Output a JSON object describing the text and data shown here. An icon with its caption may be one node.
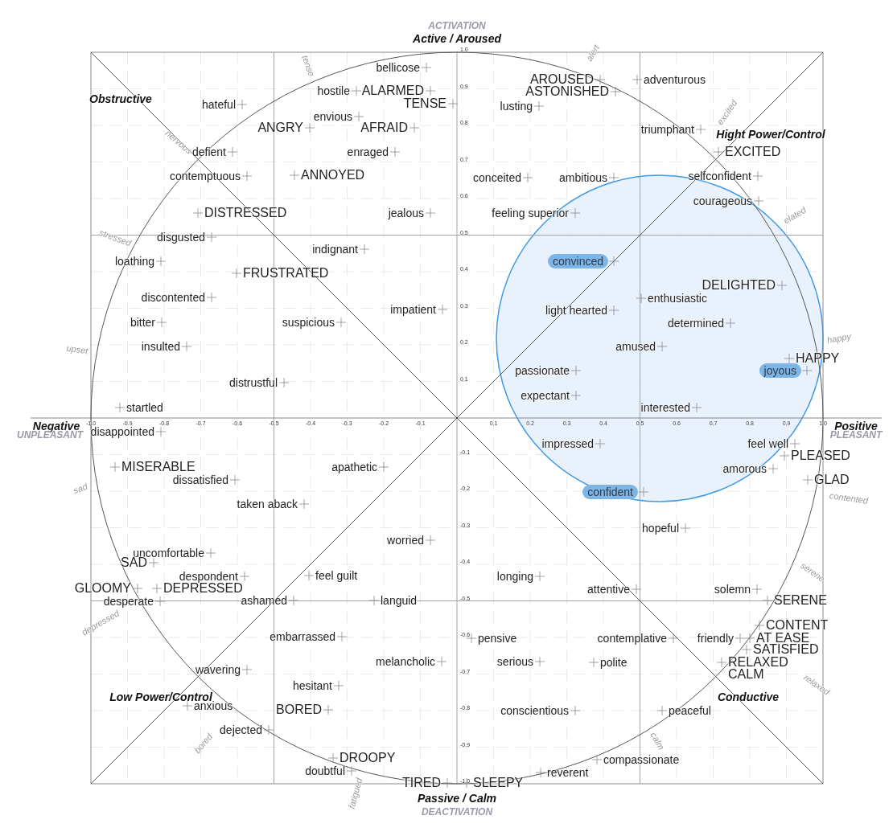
{
  "diagram": {
    "nodes": [
      {
        "text": [
          "convinced"
        ]
      },
      {
        "text": [
          "joyous"
        ]
      },
      {
        "text": [
          "confident"
        ]
      }
    ],
    "labels": [
      "ACTIVATION",
      "Active / Aroused",
      "1.0",
      "0.9",
      "0.8",
      "0.7",
      "0.6",
      "0.5",
      "0.4",
      "0.3",
      "0.2",
      "0.1",
      "bellicose",
      "tense",
      "alert",
      "hostile",
      "ALARMED",
      "AROUSED",
      "adventurous",
      "Obstructive",
      "hateful",
      "TENSE",
      "ASTONISHED",
      "lusting",
      "envious",
      "ANGRY",
      "AFRAID",
      "excited",
      "triumphant",
      "Hight Power/Control",
      "nervous",
      "defient",
      "enraged",
      "EXCITED",
      "contemptuous",
      "ANNOYED",
      "conceited",
      "ambitious",
      "selfconfident",
      "courageous",
      "DISTRESSED",
      "jealous",
      "feeling superior",
      "elated",
      "stressed",
      "disgusted",
      "indignant",
      "loathing",
      "FRUSTRATED",
      "DELIGHTED",
      "discontented",
      "enthusiastic",
      "impatient",
      "light hearted",
      "bitter",
      "suspicious",
      "determined",
      "happy",
      "upset",
      "insulted",
      "amused",
      "HAPPY",
      "passionate",
      "distrustful",
      "expectant",
      "startled",
      "interested",
      "Negative",
      "UNPLEASANT",
      "-1.0",
      "-0.9",
      "-0.8",
      "-0.7",
      "-0.6",
      "-0.5",
      "-0.4",
      "-0.3",
      "-0.2",
      "-0.1",
      "0.1",
      "0.2",
      "0.3",
      "0.4",
      "0.5",
      "0.6",
      "0.7",
      "0.8",
      "0.9",
      "1.0",
      "Positive",
      "PLEASANT",
      "-0.1",
      "-0.2",
      "-0.3",
      "-0.4",
      "-0.5",
      "-0.6",
      "-0.7",
      "-0.8",
      "-0.9",
      "-1.0",
      "disappointed",
      "impressed",
      "feel well",
      "MISERABLE",
      "apathetic",
      "PLEASED",
      "amorous",
      "sad",
      "dissatisfied",
      "GLAD",
      "taken aback",
      "contented",
      "hopeful",
      "worried",
      "uncomfortable",
      "SAD",
      "serene",
      "despondent",
      "feel guilt",
      "longing",
      "GLOOMY",
      "DEPRESSED",
      "attentive",
      "solemn",
      "desperate",
      "ashamed",
      "languid",
      "SERENE",
      "depressed",
      "CONTENT",
      "embarrassed",
      "pensive",
      "contemplative",
      "friendly",
      "AT EASE",
      "SATISFIED",
      "wavering",
      "melancholic",
      "serious",
      "polite",
      "RELAXED",
      "CALM",
      "relaxed",
      "hesitant",
      "Low Power/Control",
      "Conductive",
      "anxious",
      "BORED",
      "conscientious",
      "peaceful",
      "dejected",
      "bored",
      "calm",
      "DROOPY",
      "compassionate",
      "doubtful",
      "reverent",
      "TIRED",
      "SLEEPY",
      "fatigued",
      "Passive / Calm",
      "DEACTIVATION"
    ]
  }
}
